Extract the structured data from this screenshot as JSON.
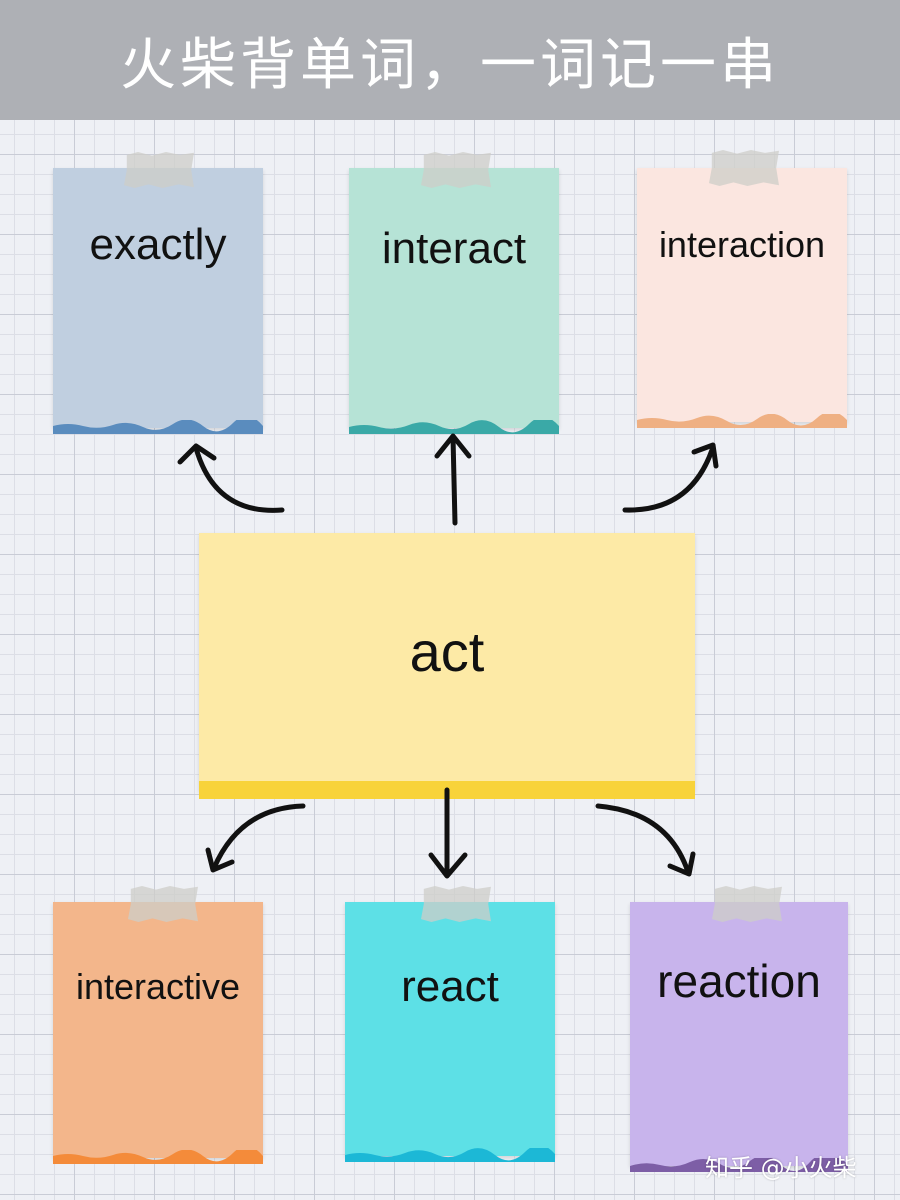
{
  "header": {
    "title": "火柴背单词，一词记一串"
  },
  "center": {
    "word": "act",
    "color": "#fdeaa6",
    "edge_color": "#f8d33a"
  },
  "notes": [
    {
      "word": "exactly",
      "color": "#c0cfe0",
      "edge_color": "#5a8cbe"
    },
    {
      "word": "interact",
      "color": "#b6e3d6",
      "edge_color": "#3aa9a7"
    },
    {
      "word": "interaction",
      "color": "#fbe6e0",
      "edge_color": "#efb083"
    },
    {
      "word": "interactive",
      "color": "#f3b68b",
      "edge_color": "#f48b3a"
    },
    {
      "word": "react",
      "color": "#5de0e6",
      "edge_color": "#1cb8d6"
    },
    {
      "word": "reaction",
      "color": "#c8b4ec",
      "edge_color": "#7d5ea6"
    }
  ],
  "watermark": "知乎 @小火柴",
  "arrows": {
    "color": "#111111"
  }
}
